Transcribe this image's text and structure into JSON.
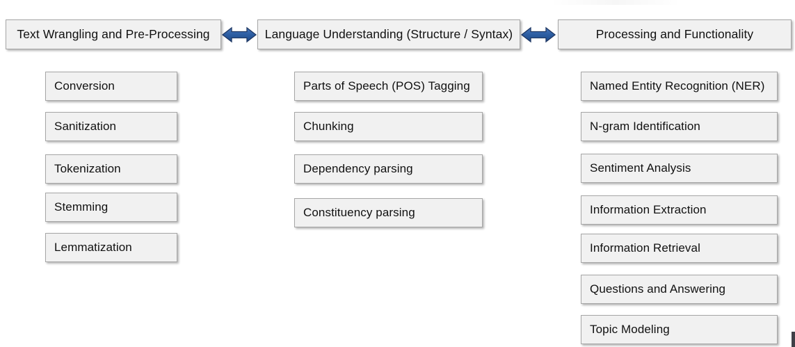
{
  "diagram": {
    "title": "NLP Pipeline Categories",
    "accent_color": "#2f5597",
    "arrow_fill": "#2e5fa3",
    "arrow_stroke": "#1f3864",
    "box_fill": "#f1f1f1",
    "box_border": "#a6a6a6",
    "text_color": "#111111",
    "columns": [
      {
        "id": "text-wrangling",
        "header": "Text Wrangling and Pre-Processing",
        "items": [
          "Conversion",
          "Sanitization",
          "Tokenization",
          "Stemming",
          "Lemmatization"
        ]
      },
      {
        "id": "language-understanding",
        "header": "Language Understanding (Structure / Syntax)",
        "items": [
          "Parts of Speech (POS) Tagging",
          "Chunking",
          "Dependency parsing",
          "Constituency parsing"
        ]
      },
      {
        "id": "processing-functionality",
        "header": "Processing and Functionality",
        "items": [
          "Named Entity Recognition (NER)",
          "N-gram Identification",
          "Sentiment Analysis",
          "Information Extraction",
          "Information Retrieval",
          "Questions and Answering",
          "Topic Modeling"
        ]
      }
    ],
    "connectors": [
      {
        "id": "connector-1",
        "icon": "double-arrow-icon",
        "from": "text-wrangling",
        "to": "language-understanding"
      },
      {
        "id": "connector-2",
        "icon": "double-arrow-icon",
        "from": "language-understanding",
        "to": "processing-functionality"
      }
    ]
  }
}
